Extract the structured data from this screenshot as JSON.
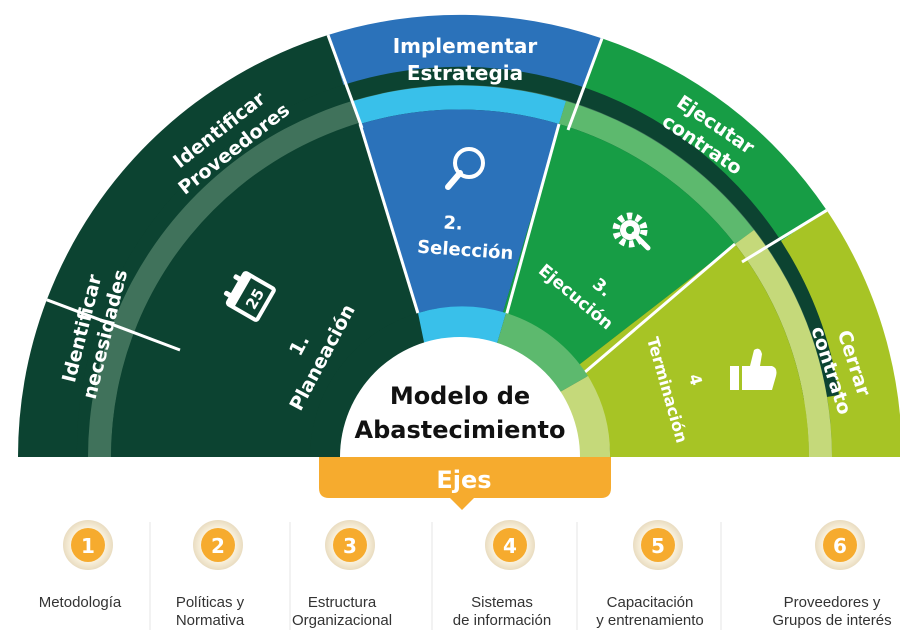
{
  "center": {
    "line1": "Modelo de",
    "line2": "Abastecimiento"
  },
  "outer_segments": {
    "identificar_necesidades": [
      "Identificar",
      "necesidades"
    ],
    "identificar_proveedores": [
      "Identificar",
      "Proveedores"
    ],
    "implementar_estrategia": [
      "Implementar",
      "Estrategia"
    ],
    "ejecutar_contrato": [
      "Ejecutar",
      "contrato"
    ],
    "cerrar_contrato": [
      "Cerrar",
      "contrato"
    ]
  },
  "phases": {
    "planeacion": {
      "number": "1.",
      "name": "Planeación",
      "icon": "calendar-icon",
      "icon_text": "25"
    },
    "seleccion": {
      "number": "2.",
      "name": "Selección",
      "icon": "magnifier-icon"
    },
    "ejecucion": {
      "number": "3.",
      "name": "Ejecución",
      "icon": "gear-wrench-icon"
    },
    "terminacion": {
      "number": "4",
      "name": "Terminación",
      "icon": "thumbs-up-icon"
    }
  },
  "ejes_label": "Ejes",
  "ejes": [
    {
      "number": "1",
      "lines": [
        "Metodología"
      ]
    },
    {
      "number": "2",
      "lines": [
        "Políticas y",
        "Normativa"
      ]
    },
    {
      "number": "3",
      "lines": [
        "Estructura",
        "Organizacional"
      ]
    },
    {
      "number": "4",
      "lines": [
        "Sistemas",
        "de información"
      ]
    },
    {
      "number": "5",
      "lines": [
        "Capacitación",
        "y entrenamiento"
      ]
    },
    {
      "number": "6",
      "lines": [
        "Proveedores y",
        "Grupos de interés"
      ]
    }
  ],
  "colors": {
    "dark_green": "#0c4331",
    "blue": "#2b72ba",
    "green": "#179d45",
    "lime": "#a7c425",
    "orange": "#f6ab2e",
    "light_blue": "#39c0ea"
  }
}
